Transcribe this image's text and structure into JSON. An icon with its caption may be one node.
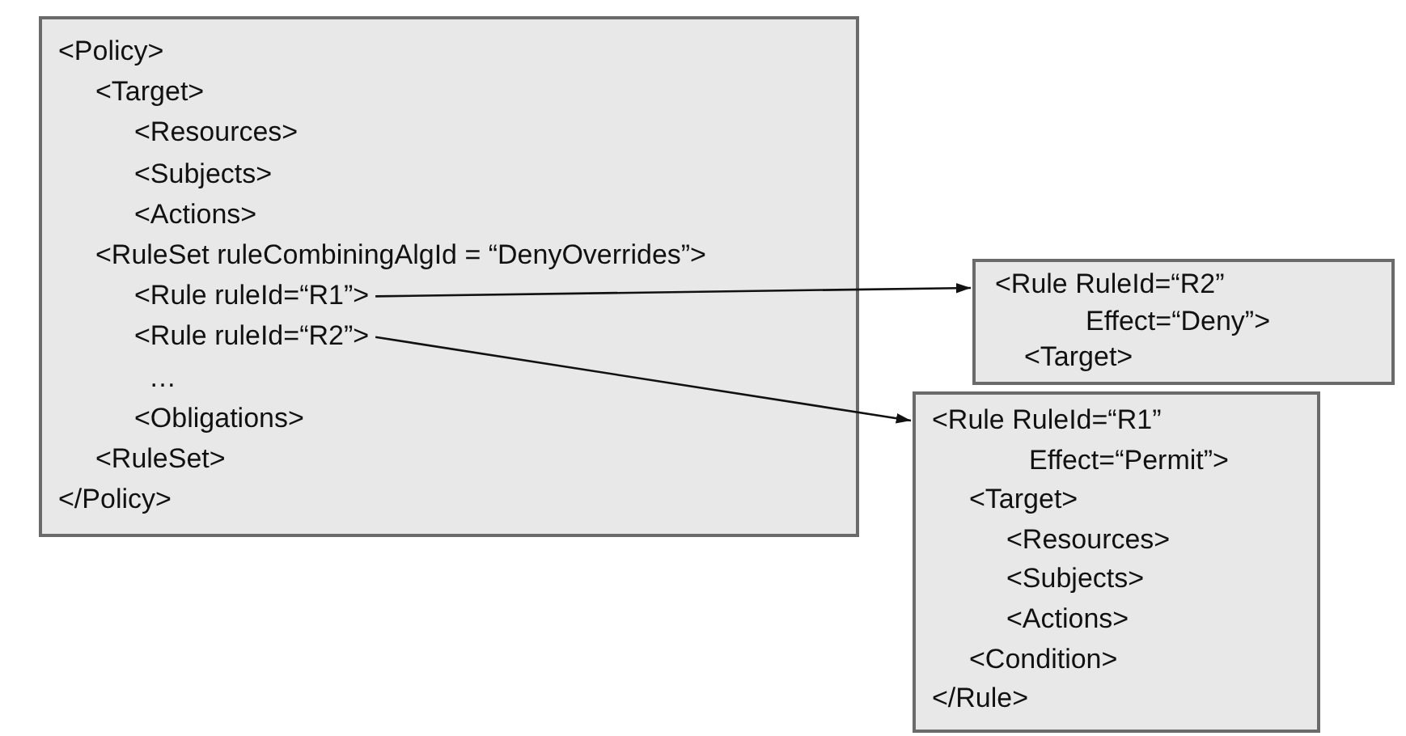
{
  "diagram": {
    "nodes": [
      {
        "text": [
          "<Policy>",
          "<Target>",
          "<Resources>",
          "<Subjects>",
          "<Actions>",
          "<RuleSet ruleCombiningAlgId = “DenyOverrides”>",
          "…",
          "<Obligations>",
          "<RuleSet>",
          "</Policy>"
        ]
      },
      {
        "text": [
          "<Rule ruleId=“R1”>"
        ],
        "in": 0
      },
      {
        "text": [
          "<Rule ruleId=“R2”>"
        ],
        "in": 0
      },
      {
        "text": [
          "<Rule RuleId=“R2”",
          "Effect=“Deny”>",
          "<Target>"
        ]
      },
      {
        "text": [
          "<Rule RuleId=“R1”",
          "Effect=“Permit”>",
          "<Target>",
          "<Resources>",
          "<Subjects>",
          "<Actions>",
          "<Condition>",
          "</Rule>"
        ]
      }
    ],
    "edges": [
      {
        "from": 1,
        "to": 3,
        "arrow": "to"
      },
      {
        "from": 2,
        "to": 4,
        "arrow": "to"
      }
    ]
  }
}
